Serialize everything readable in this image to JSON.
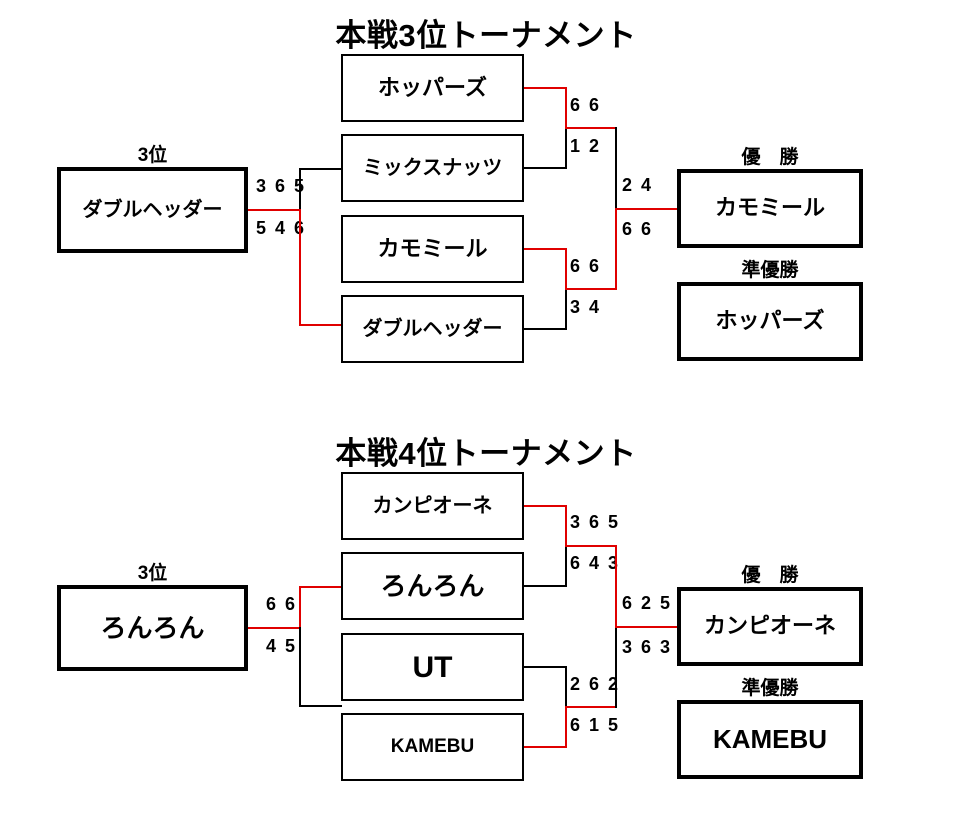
{
  "brackets": [
    {
      "title": "本戦3位トーナメント",
      "seed": {
        "caption": "3位",
        "team": "ダブルヘッダー",
        "score_top": "3 6 5",
        "score_bottom": "5 4 6"
      },
      "teams": [
        {
          "name": "ホッパーズ"
        },
        {
          "name": "ミックスナッツ"
        },
        {
          "name": "カモミール"
        },
        {
          "name": "ダブルヘッダー"
        }
      ],
      "semifinal_scores": [
        {
          "top": "6 6",
          "bottom": "1 2"
        },
        {
          "top": "6 6",
          "bottom": "3 4"
        }
      ],
      "final_scores": {
        "top": "2 4",
        "bottom": "6 6"
      },
      "results": [
        {
          "caption": "優　勝",
          "team": "カモミール"
        },
        {
          "caption": "準優勝",
          "team": "ホッパーズ"
        }
      ]
    },
    {
      "title": "本戦4位トーナメント",
      "seed": {
        "caption": "3位",
        "team": "ろんろん",
        "score_top": "6 6",
        "score_bottom": "4 5"
      },
      "teams": [
        {
          "name": "カンピオーネ"
        },
        {
          "name": "ろんろん"
        },
        {
          "name": "UT"
        },
        {
          "name": "KAMEBU"
        }
      ],
      "semifinal_scores": [
        {
          "top": "3 6 5",
          "bottom": "6 4 3"
        },
        {
          "top": "2 6 2",
          "bottom": "6 1 5"
        }
      ],
      "final_scores": {
        "top": "6 2 5",
        "bottom": "3 6 3"
      },
      "results": [
        {
          "caption": "優　勝",
          "team": "カンピオーネ"
        },
        {
          "caption": "準優勝",
          "team": "KAMEBU"
        }
      ]
    }
  ],
  "colors": {
    "winner_line": "#e00000",
    "line": "#000000",
    "background": "#ffffff"
  }
}
